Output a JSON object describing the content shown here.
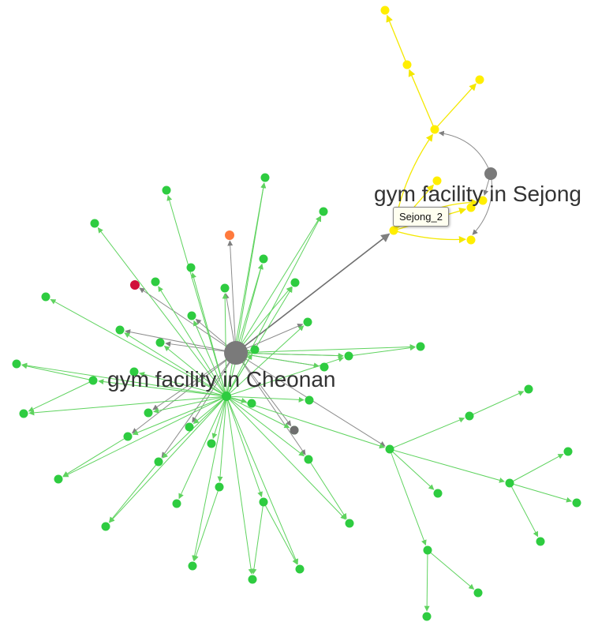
{
  "colors": {
    "green_node": "#2ecc40",
    "green_edge": "#5fd35f",
    "yellow_node": "#ffee00",
    "yellow_edge": "#f4e800",
    "hub": "#7a7a7a",
    "gray_edge": "#8c8c8c",
    "red_node": "#d0103a",
    "orange_node": "#ff7a3d"
  },
  "labels": {
    "cheonan": "gym facility in Cheonan",
    "sejong": "gym facility in Sejong"
  },
  "tooltip": {
    "text": "Sejong_2"
  }
}
